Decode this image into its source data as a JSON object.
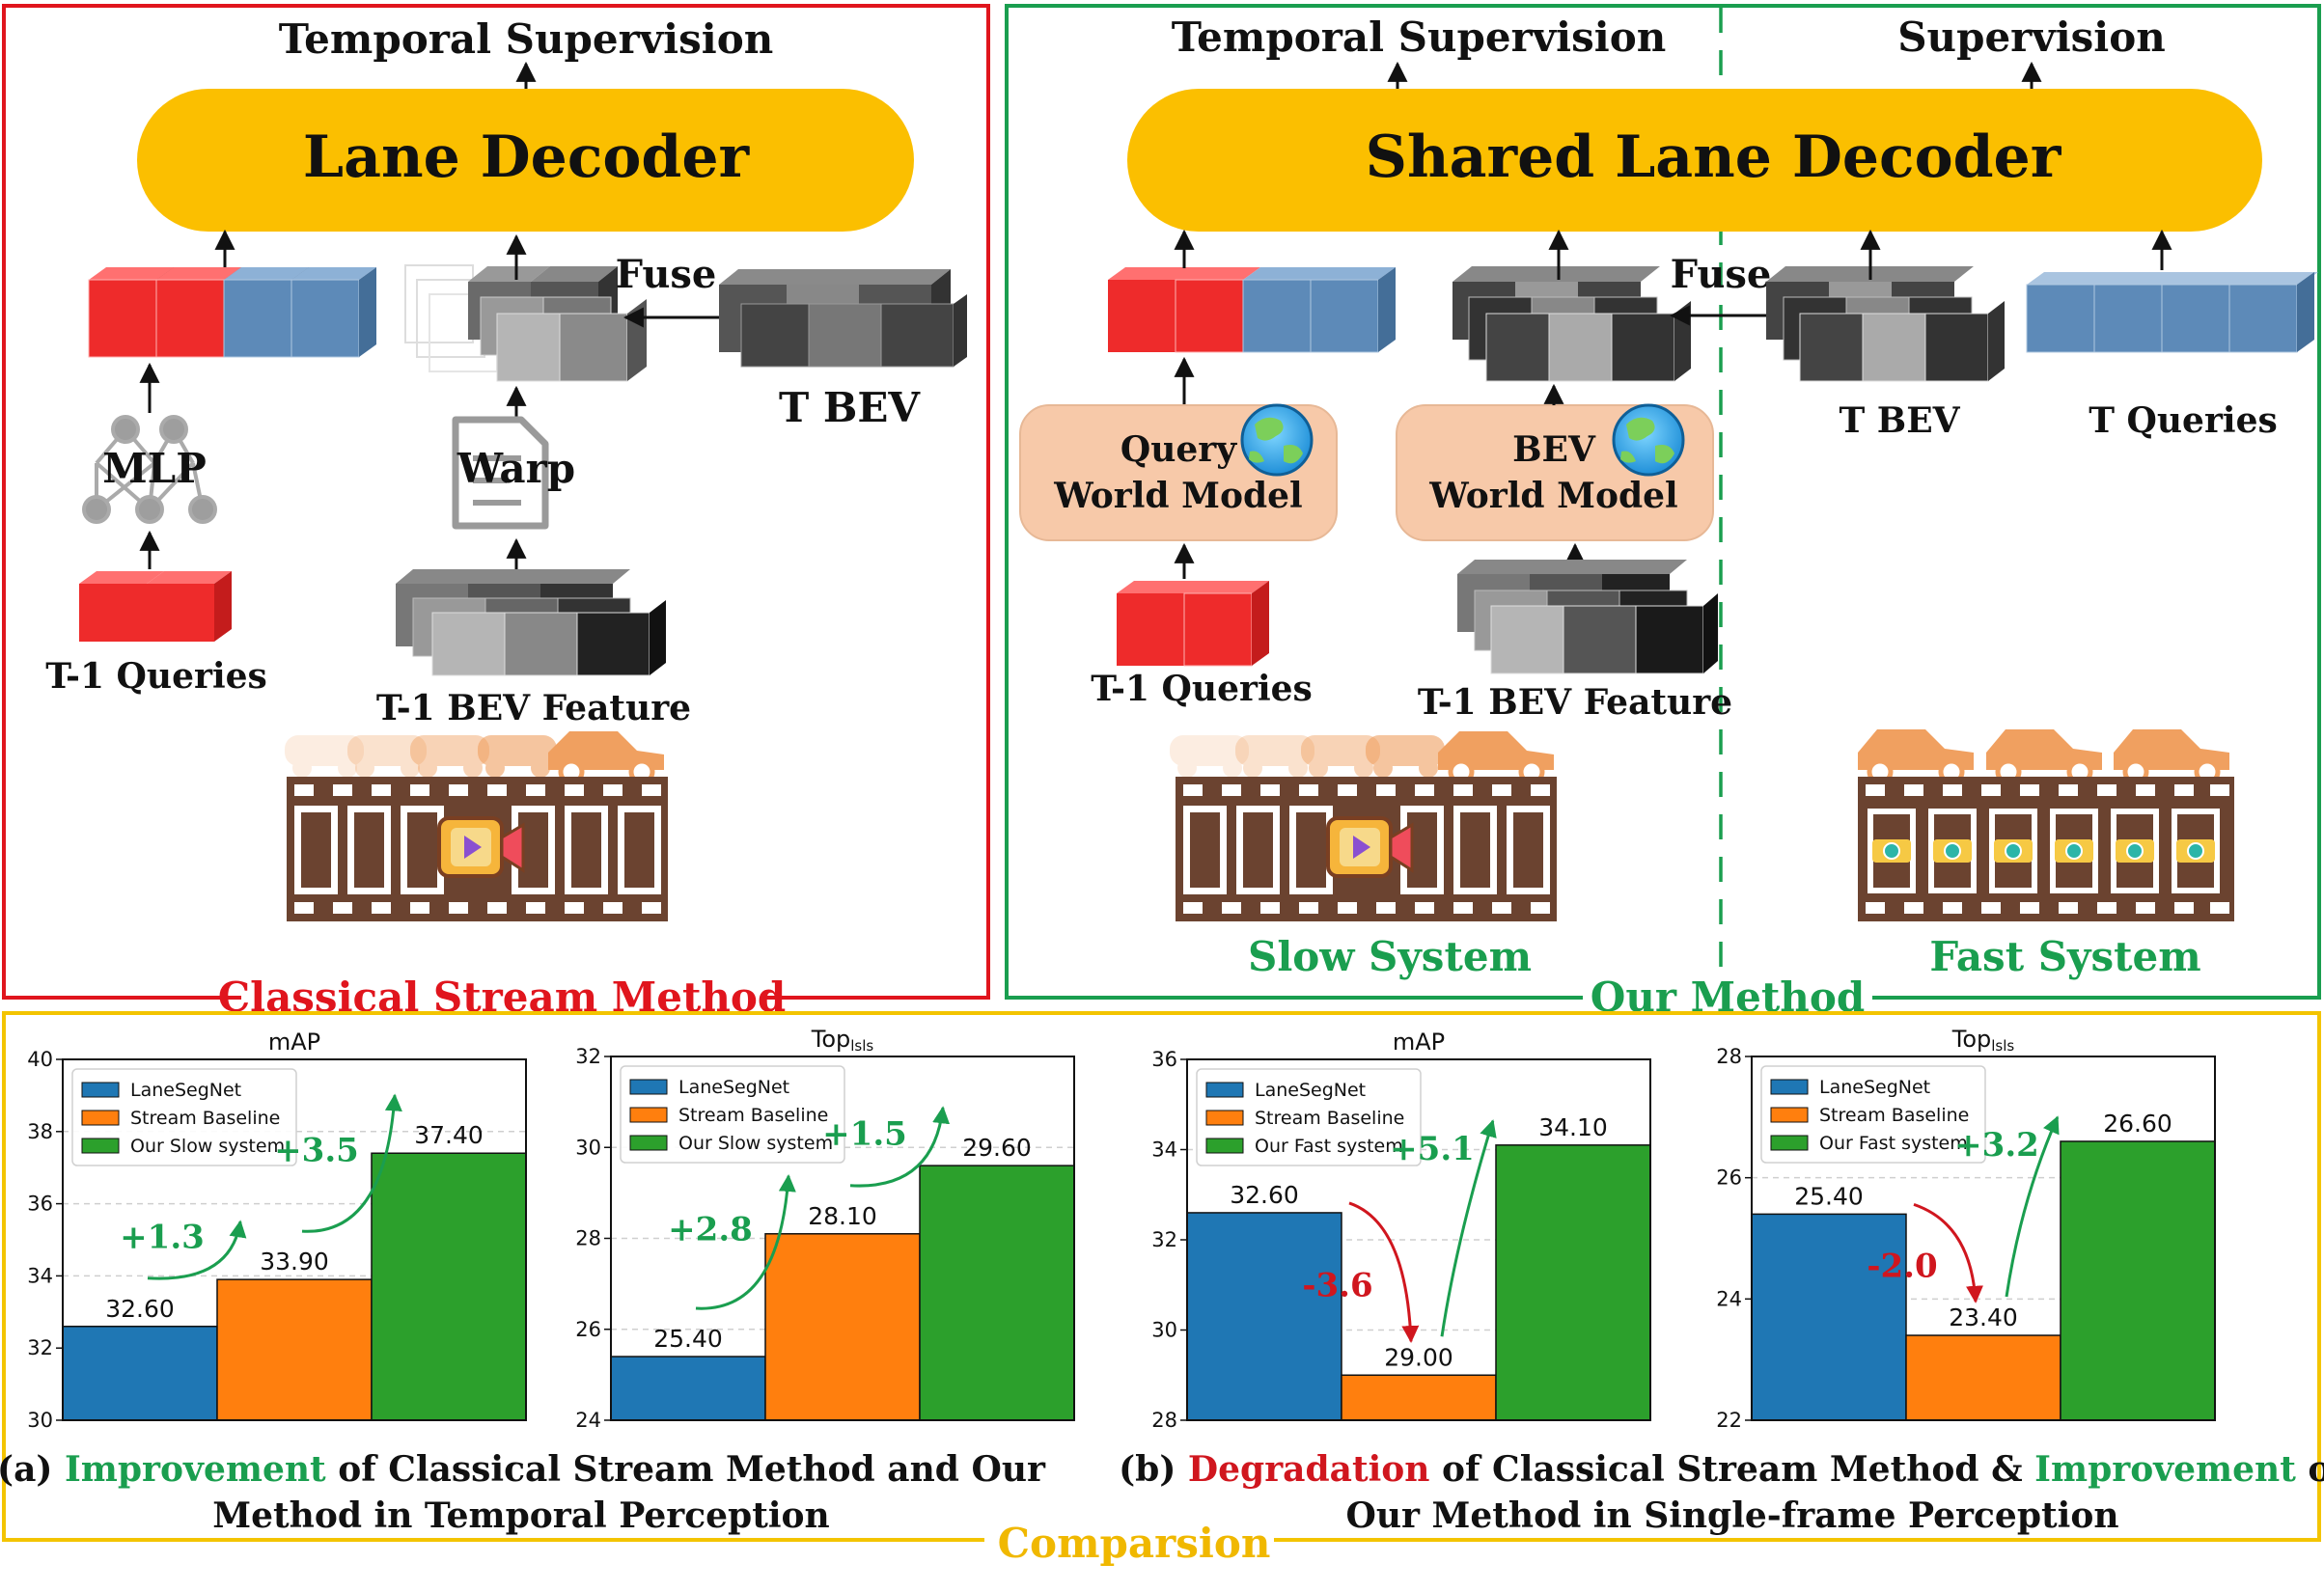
{
  "classical": {
    "panel_title": "Classical Stream Method",
    "supervision": "Temporal Supervision",
    "decoder": "Lane Decoder",
    "fuse": "Fuse",
    "t_bev": "T BEV",
    "mlp": "MLP",
    "warp": "Warp",
    "t1_queries": "T-1 Queries",
    "t1_bev_feature": "T-1 BEV Feature"
  },
  "ours": {
    "panel_title": "Our Method",
    "temporal_supervision": "Temporal Supervision",
    "supervision": "Supervision",
    "decoder": "Shared Lane Decoder",
    "fuse": "Fuse",
    "query_wm_line1": "Query",
    "query_wm_line2": "World Model",
    "bev_wm_line1": "BEV",
    "bev_wm_line2": "World Model",
    "t_bev": "T BEV",
    "t_queries": "T Queries",
    "t1_queries": "T-1 Queries",
    "t1_bev_feature": "T-1 BEV Feature",
    "slow_system": "Slow System",
    "fast_system": "Fast System"
  },
  "comparison": {
    "panel_title": "Comparsion",
    "caption_a_prefix": "(a) ",
    "caption_a_highlight": "Improvement",
    "caption_a_rest": " of Classical Stream Method and Our",
    "caption_a_line2": "Method in Temporal Perception",
    "caption_b_prefix": "(b) ",
    "caption_b_highlight1": "Degradation",
    "caption_b_mid": " of Classical Stream Method & ",
    "caption_b_highlight2": "Improvement",
    "caption_b_end": " of",
    "caption_b_line2": "Our Method in Single-frame Perception"
  },
  "colors": {
    "red": "#e8202a",
    "green": "#1a9e4f",
    "gold": "#f8bf00",
    "decoder": "#fbbf00",
    "world_model": "#f7c9a9",
    "film": "#6b4330",
    "car": "#f0a060",
    "blue_bar": "#1f77b4",
    "orange_bar": "#ff7f0e",
    "green_bar": "#2ca02c"
  },
  "chart_data": [
    {
      "type": "bar",
      "title": "mAP",
      "categories": [
        "LaneSegNet",
        "Stream Baseline",
        "Our Slow system"
      ],
      "values": [
        32.6,
        33.9,
        37.4
      ],
      "value_labels": [
        "32.60",
        "33.90",
        "37.40"
      ],
      "ylim": [
        30,
        40
      ],
      "yticks": [
        30,
        32,
        34,
        36,
        38,
        40
      ],
      "legend": [
        "LaneSegNet",
        "Stream Baseline",
        "Our Slow system"
      ],
      "legend_position": "top-left",
      "annotations": [
        {
          "text": "+1.3",
          "color": "#1a9e4f"
        },
        {
          "text": "+3.5",
          "color": "#1a9e4f"
        }
      ]
    },
    {
      "type": "bar",
      "title": "Top",
      "title_sub": "lsls",
      "categories": [
        "LaneSegNet",
        "Stream Baseline",
        "Our Slow system"
      ],
      "values": [
        25.4,
        28.1,
        29.6
      ],
      "value_labels": [
        "25.40",
        "28.10",
        "29.60"
      ],
      "ylim": [
        24,
        32
      ],
      "yticks": [
        24,
        26,
        28,
        30,
        32
      ],
      "legend": [
        "LaneSegNet",
        "Stream Baseline",
        "Our Slow system"
      ],
      "legend_position": "top-left",
      "annotations": [
        {
          "text": "+2.8",
          "color": "#1a9e4f"
        },
        {
          "text": "+1.5",
          "color": "#1a9e4f"
        }
      ]
    },
    {
      "type": "bar",
      "title": "mAP",
      "categories": [
        "LaneSegNet",
        "Stream Baseline",
        "Our Fast system"
      ],
      "values": [
        32.6,
        29.0,
        34.1
      ],
      "value_labels": [
        "32.60",
        "29.00",
        "34.10"
      ],
      "ylim": [
        28,
        36
      ],
      "yticks": [
        28,
        30,
        32,
        34,
        36
      ],
      "legend": [
        "LaneSegNet",
        "Stream Baseline",
        "Our Fast system"
      ],
      "legend_position": "top-left",
      "annotations": [
        {
          "text": "-3.6",
          "color": "#d0161e"
        },
        {
          "text": "+5.1",
          "color": "#1a9e4f"
        }
      ]
    },
    {
      "type": "bar",
      "title": "Top",
      "title_sub": "lsls",
      "categories": [
        "LaneSegNet",
        "Stream Baseline",
        "Our Fast system"
      ],
      "values": [
        25.4,
        23.4,
        26.6
      ],
      "value_labels": [
        "25.40",
        "23.40",
        "26.60"
      ],
      "ylim": [
        22,
        28
      ],
      "yticks": [
        22,
        24,
        26,
        28
      ],
      "legend": [
        "LaneSegNet",
        "Stream Baseline",
        "Our Fast system"
      ],
      "legend_position": "top-left",
      "annotations": [
        {
          "text": "-2.0",
          "color": "#d0161e"
        },
        {
          "text": "+3.2",
          "color": "#1a9e4f"
        }
      ]
    }
  ]
}
